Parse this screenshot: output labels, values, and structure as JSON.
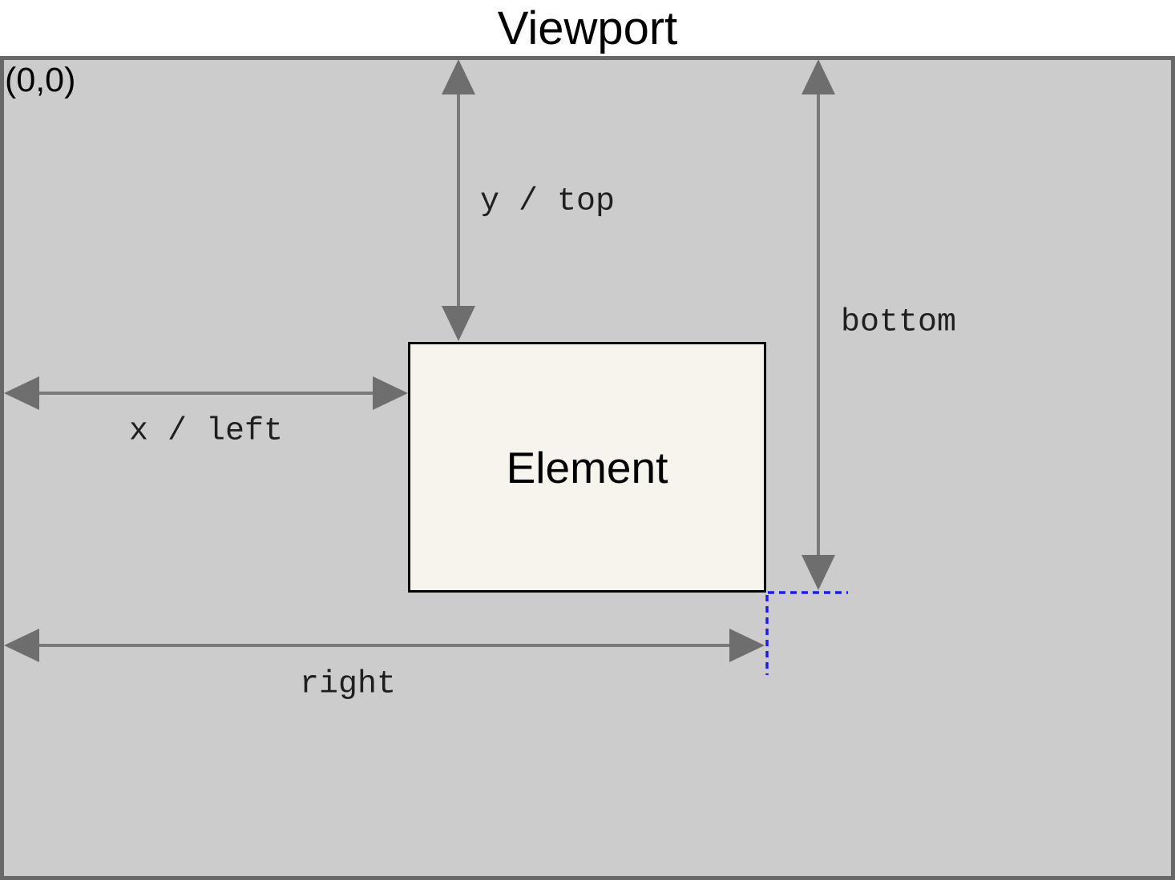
{
  "title": "Viewport",
  "origin_label": "(0,0)",
  "element_box": {
    "label": "Element"
  },
  "dimension_labels": {
    "y_top": "y / top",
    "x_left": "x / left",
    "bottom": "bottom",
    "right": "right"
  },
  "colors": {
    "viewport_background": "#cccccc",
    "viewport_border": "#686868",
    "element_background": "#f7f4ed",
    "element_border": "#000000",
    "arrow_shaft": "#7a7a7a",
    "arrow_head": "#6e6e6e",
    "annotation_text": "#1f1f1f",
    "guide_dash_blue": "#1a1aff",
    "title_text": "#000000"
  }
}
